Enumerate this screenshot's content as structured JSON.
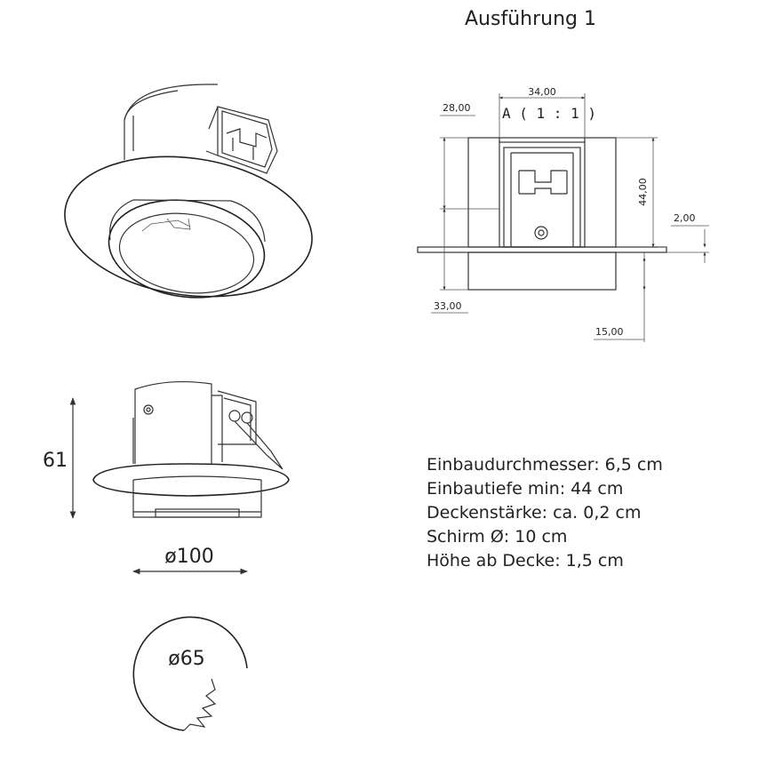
{
  "title": "Ausführung 1",
  "section_view": {
    "label": "A ( 1 : 1 )",
    "dims": {
      "width_top": "34,00",
      "left_top": "28,00",
      "height_right": "44,00",
      "thickness": "2,00",
      "bottom_left": "33,00",
      "bottom_right": "15,00"
    }
  },
  "side_view": {
    "height": "61",
    "diameter": "ø100"
  },
  "cutout": {
    "diameter": "ø65"
  },
  "specs": [
    "Einbaudurchmesser: 6,5 cm",
    "Einbautiefe min: 44 cm",
    "Deckenstärke: ca. 0,2 cm",
    "Schirm Ø: 10 cm",
    "Höhe ab Decke: 1,5 cm"
  ]
}
